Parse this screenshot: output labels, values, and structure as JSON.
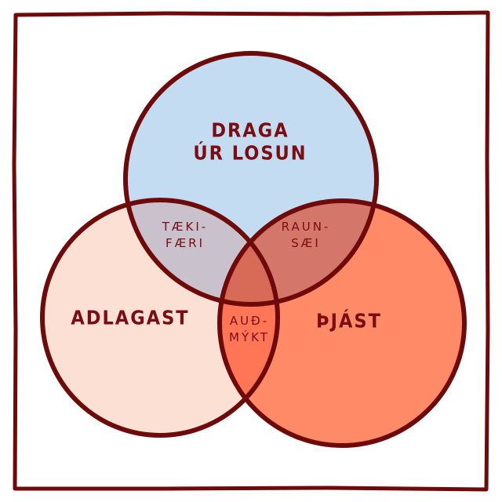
{
  "diagram": {
    "type": "venn",
    "sets": [
      {
        "id": "top",
        "label_lines": [
          "DRAGA",
          "ÚR LOSUN"
        ],
        "color": "#c3dcf2"
      },
      {
        "id": "left",
        "label_lines": [
          "ADLAGAST"
        ],
        "color": "#fde0d4"
      },
      {
        "id": "right",
        "label_lines": [
          "ÞJÁST"
        ],
        "color": "#ff8a68"
      }
    ],
    "intersections": [
      {
        "id": "top-left",
        "label_lines": [
          "TÆKI-",
          "FÆRI"
        ],
        "color": "#c9c2cc"
      },
      {
        "id": "top-right",
        "label_lines": [
          "RAUN-",
          "SÆI"
        ],
        "color": "#d4766a"
      },
      {
        "id": "left-right",
        "label_lines": [
          "AUÐ-",
          "MÝKT"
        ],
        "color": "#ff7656"
      },
      {
        "id": "center",
        "label_lines": [],
        "color": "#d86a58"
      }
    ],
    "colors": {
      "outline": "#6e0a0a",
      "text": "#7a0d12",
      "frame": "#6e0a0a",
      "background": "#ffffff"
    }
  }
}
